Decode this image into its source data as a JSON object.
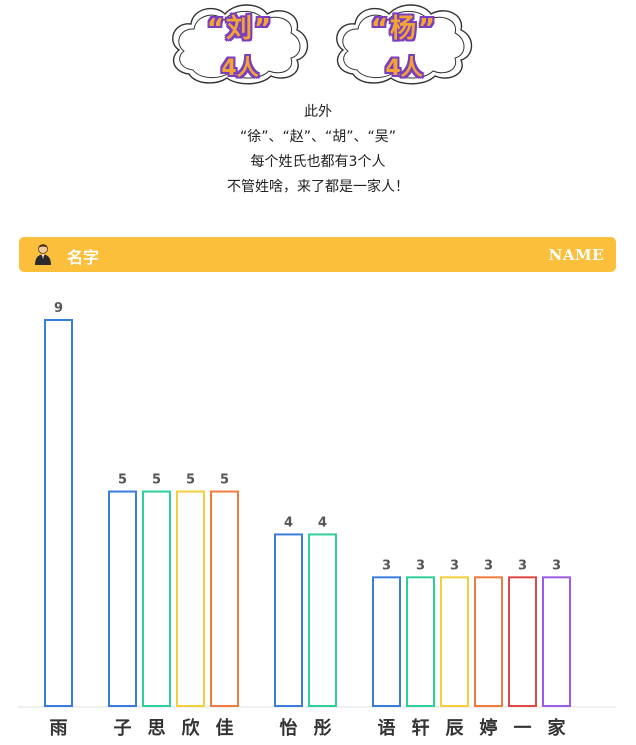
{
  "clouds": [
    {
      "surname": "“刘”",
      "count": "4人"
    },
    {
      "surname": "“杨”",
      "count": "4人"
    }
  ],
  "intro_lines": [
    "此外",
    "“徐”、“赵”、“胡”、“吴”",
    "每个姓氏也都有3个人",
    "不管姓啥，来了都是一家人！"
  ],
  "banner": {
    "left_label": "名字",
    "right_label": "NAME",
    "color": "#fbbf3c",
    "icon": "person-icon"
  },
  "chart_data": {
    "type": "bar",
    "categories": [
      "雨",
      "子",
      "思",
      "欣",
      "佳",
      "怡",
      "彤",
      "语",
      "轩",
      "辰",
      "婷",
      "一",
      "家"
    ],
    "values": [
      9,
      5,
      5,
      5,
      5,
      4,
      4,
      3,
      3,
      3,
      3,
      3,
      3
    ],
    "bar_colors": [
      "#3b7ddd",
      "#3b7ddd",
      "#2fcf9a",
      "#f2cf3c",
      "#f07b3f",
      "#3b7ddd",
      "#2fcf9a",
      "#3b7ddd",
      "#2fcf9a",
      "#f2cf3c",
      "#f07b3f",
      "#e0474c",
      "#9b5de5"
    ],
    "groups": [
      [
        0
      ],
      [
        1,
        2,
        3,
        4
      ],
      [
        5,
        6
      ],
      [
        7,
        8,
        9,
        10,
        11,
        12
      ]
    ],
    "data_labels": true,
    "ylim": [
      0,
      9
    ],
    "grid": false,
    "legend": "none"
  }
}
